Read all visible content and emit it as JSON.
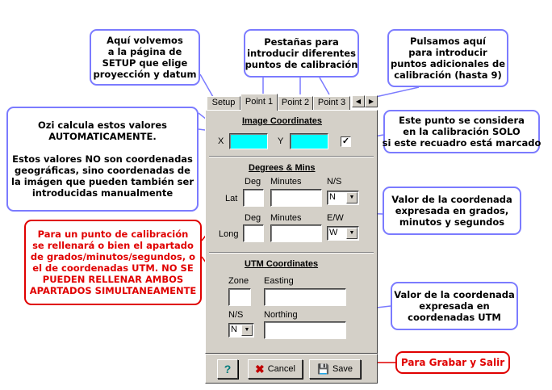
{
  "dialog": {
    "tabs": [
      {
        "label": "Setup",
        "active": false
      },
      {
        "label": "Point 1",
        "active": true
      },
      {
        "label": "Point 2",
        "active": false
      },
      {
        "label": "Point 3",
        "active": false
      }
    ],
    "image_coordinates": {
      "title": "Image Coordinates",
      "x_label": "X",
      "y_label": "Y",
      "x_value": "",
      "y_value": "",
      "x_color": "#00ffff",
      "checkbox_checked": true
    },
    "degrees_mins": {
      "title": "Degrees & Mins",
      "lat_label": "Lat",
      "long_label": "Long",
      "deg_label": "Deg",
      "minutes_label": "Minutes",
      "ns_label": "N/S",
      "ew_label": "E/W",
      "lat_hemisphere": "N",
      "long_hemisphere": "W"
    },
    "utm": {
      "title": "UTM Coordinates",
      "zone_label": "Zone",
      "easting_label": "Easting",
      "ns_label": "N/S",
      "northing_label": "Northing",
      "hemisphere": "N"
    },
    "buttons": {
      "help_label": "?",
      "cancel_label": "Cancel",
      "save_label": "Save"
    }
  },
  "callouts": {
    "setup": [
      "Aquí volvemos",
      "a la página de",
      "SETUP que elige",
      "proyección y datum"
    ],
    "tabs": [
      "Pestañas para",
      "introducir diferentes",
      "puntos de calibración"
    ],
    "more_points": [
      "Pulsamos aquí",
      "para introducir",
      "puntos adicionales de",
      "calibración (hasta 9)"
    ],
    "ozi_top": [
      "Ozi calcula estos valores",
      "AUTOMATICAMENTE."
    ],
    "ozi_bottom": [
      "Estos valores NO son coordenadas",
      "geográficas, sino coordenadas de",
      "la imágen que pueden también ser",
      "introducidas manualmente"
    ],
    "checkbox": [
      "Este punto se considera",
      "en la calibración SOLO",
      "si este recuadro está marcado"
    ],
    "red_note": [
      "Para un punto de calibración",
      "se rellenará o bien el apartado",
      "de grados/minutos/segundos, o",
      "el de coordenadas UTM. NO SE",
      "PUEDEN RELLENAR AMBOS",
      "APARTADOS SIMULTANEAMENTE"
    ],
    "degrees": [
      "Valor de la coordenada",
      "expresada en grados,",
      "minutos y segundos"
    ],
    "utm": [
      "Valor de la coordenada",
      "expresada en",
      "coordenadas UTM"
    ],
    "save": [
      "Para Grabar y Salir"
    ]
  },
  "colors": {
    "callout_border": "#7b7bff",
    "warning": "#e00000",
    "dialog_face": "#d4d0c8"
  }
}
